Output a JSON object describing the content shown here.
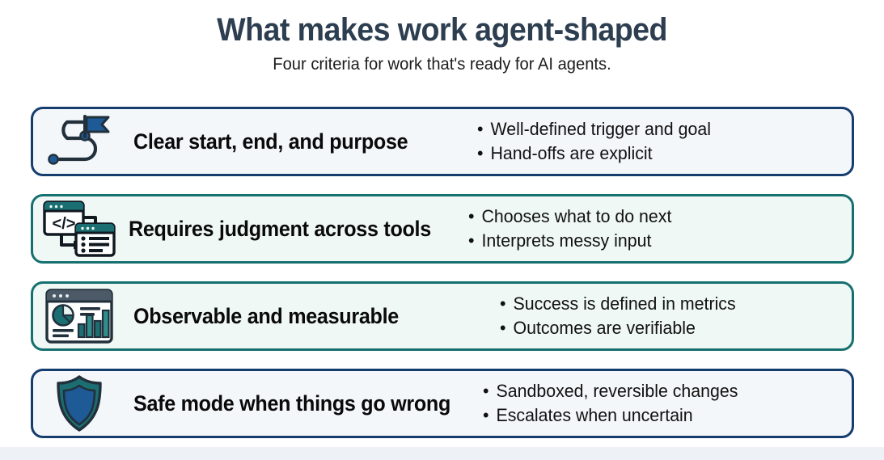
{
  "header": {
    "title": "What makes work agent-shaped",
    "subtitle": "Four criteria for work that's ready for AI agents."
  },
  "colors": {
    "navy_border": "#153d6e",
    "teal_border": "#15706f",
    "navy_card_bg": "#f4f7fa",
    "teal_card_bg": "#eff8f5",
    "title_text": "#2c3e50",
    "icon_blue": "#1d5a96",
    "icon_teal": "#1b6f72",
    "icon_dark": "#22303c"
  },
  "cards": [
    {
      "icon": "winding-path-flag-icon",
      "accent": "navy",
      "heading": "Clear start, end, and purpose",
      "bullets": [
        "Well-defined trigger and goal",
        "Hand-offs are explicit"
      ]
    },
    {
      "icon": "code-window-to-list-window-icon",
      "accent": "teal",
      "heading": "Requires judgment across tools",
      "bullets": [
        "Chooses what to do next",
        "Interprets messy input"
      ]
    },
    {
      "icon": "dashboard-analytics-icon",
      "accent": "teal",
      "heading": "Observable and measurable",
      "bullets": [
        "Success is defined in metrics",
        "Outcomes are verifiable"
      ]
    },
    {
      "icon": "shield-icon",
      "accent": "navy",
      "heading": "Safe mode when things go wrong",
      "bullets": [
        "Sandboxed, reversible changes",
        "Escalates when uncertain"
      ]
    }
  ],
  "bullet_marker": "•"
}
